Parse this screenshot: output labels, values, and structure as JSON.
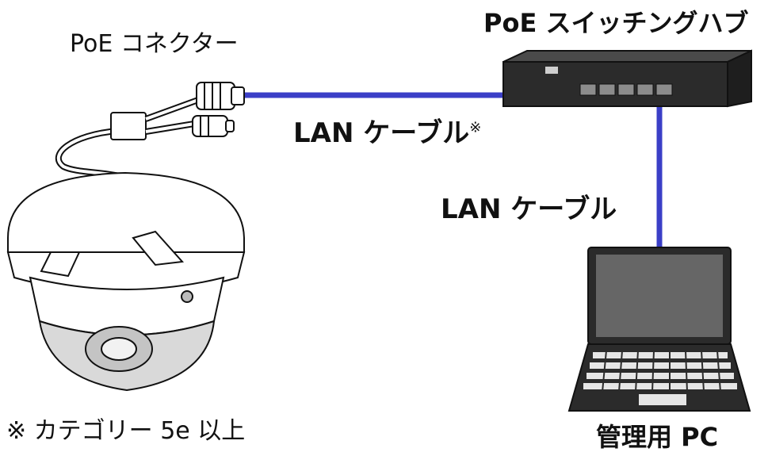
{
  "labels": {
    "poe_connector": "PoE コネクター",
    "poe_switch": "PoE スイッチングハブ",
    "lan_cable_1": "LAN ケーブル",
    "lan_cable_1_mark": "※",
    "lan_cable_2": "LAN ケーブル",
    "management_pc": "管理用 PC",
    "footnote": "※ カテゴリー 5e 以上"
  },
  "colors": {
    "cable": "#3b3fc7",
    "device_dark": "#2b2b2b",
    "screen": "#666666"
  }
}
